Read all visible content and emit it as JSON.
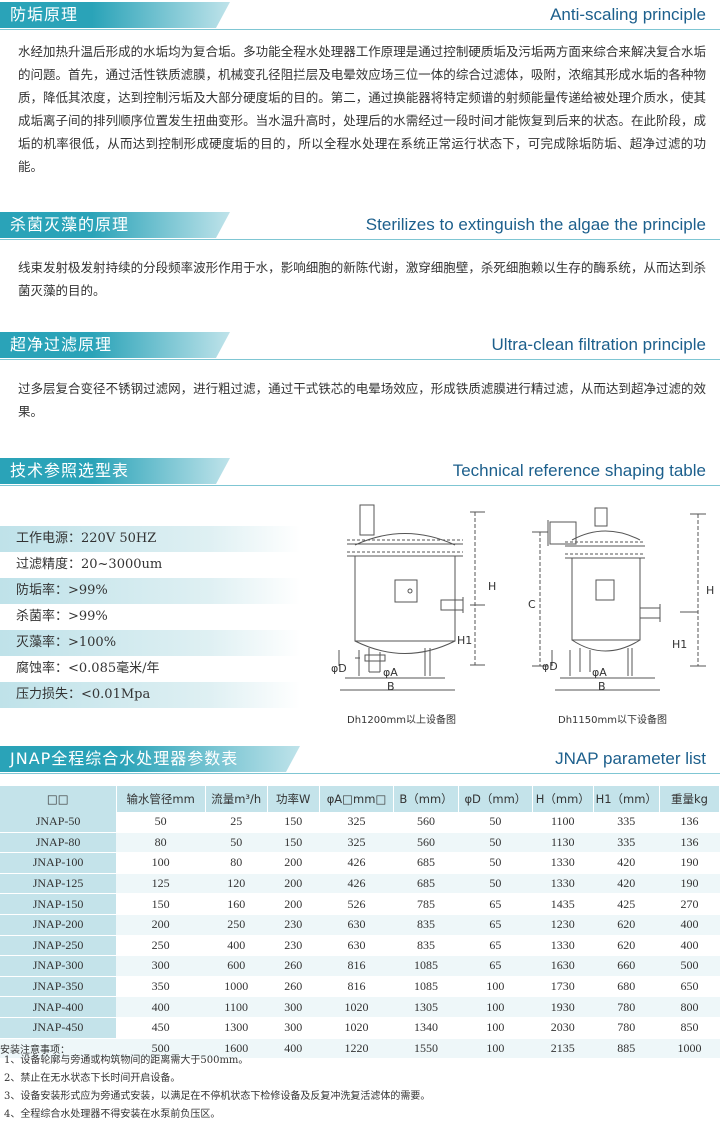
{
  "sections": {
    "anti_scaling": {
      "title": "防垢原理",
      "en": "Anti-scaling principle",
      "text": "水经加热升温后形成的水垢均为复合垢。多功能全程水处理器工作原理是通过控制硬质垢及污垢两方面来综合来解决复合水垢的问题。首先，通过活性铁质滤膜，机械变孔径阻拦层及电晕效应场三位一体的综合过滤体，吸附，浓缩其形成水垢的各种物质，降低其浓度，达到控制污垢及大部分硬度垢的目的。第二，通过换能器将特定频谱的射频能量传递给被处理介质水，使其成垢离子间的排列顺序位置发生扭曲变形。当水温升高时，处理后的水需经过一段时间才能恢复到后来的状态。在此阶段，成垢的机率很低，从而达到控制形成硬度垢的目的，所以全程水处理在系统正常运行状态下，可完成除垢防垢、超净过滤的功能。"
    },
    "sterilize": {
      "title": "杀菌灭藻的原理",
      "en": "Sterilizes to extinguish the algae the principle",
      "text": "线束发射极发射持续的分段频率波形作用于水，影响细胞的新陈代谢，激穿细胞壁，杀死细胞赖以生存的酶系统，从而达到杀菌灭藻的目的。"
    },
    "filtration": {
      "title": "超净过滤原理",
      "en": "Ultra-clean filtration principle",
      "text": "过多层复合变径不锈钢过滤网，进行粗过滤，通过干式铁芯的电晕场效应，形成铁质滤膜进行精过滤，从而达到超净过滤的效果。"
    },
    "technical": {
      "title": "技术参照选型表",
      "en": "Technical reference shaping table"
    },
    "params": {
      "title": "JNAP全程综合水处理器参数表",
      "en": "JNAP parameter list"
    }
  },
  "specs": [
    "工作电源：220V 50HZ",
    "过滤精度：20~3000um",
    "防垢率：>99%",
    "杀菌率：>99%",
    "灭藻率：>100%",
    "腐蚀率：<0.085毫米/年",
    "压力损失：<0.01Mpa"
  ],
  "diagrams": {
    "left": {
      "caption": "Dh1200mm以上设备图",
      "labels": {
        "h": "H",
        "h1": "H1",
        "d": "φD",
        "a": "φA",
        "b": "B"
      }
    },
    "right": {
      "caption": "Dh1150mm以下设备图",
      "labels": {
        "h": "H",
        "h1": "H1",
        "c": "C",
        "d": "φD",
        "a": "φA",
        "b": "B"
      }
    }
  },
  "table": {
    "headers": [
      "□□",
      "输水管径mm",
      "流量m³/h",
      "功率W",
      "φA□mm□",
      "B（mm）",
      "φD（mm）",
      "H（mm）",
      "H1（mm）",
      "重量kg"
    ],
    "rows": [
      [
        "JNAP-50",
        "50",
        "25",
        "150",
        "325",
        "560",
        "50",
        "1100",
        "335",
        "136"
      ],
      [
        "JNAP-80",
        "80",
        "50",
        "150",
        "325",
        "560",
        "50",
        "1130",
        "335",
        "136"
      ],
      [
        "JNAP-100",
        "100",
        "80",
        "200",
        "426",
        "685",
        "50",
        "1330",
        "420",
        "190"
      ],
      [
        "JNAP-125",
        "125",
        "120",
        "200",
        "426",
        "685",
        "50",
        "1330",
        "420",
        "190"
      ],
      [
        "JNAP-150",
        "150",
        "160",
        "200",
        "526",
        "785",
        "65",
        "1435",
        "425",
        "270"
      ],
      [
        "JNAP-200",
        "200",
        "250",
        "230",
        "630",
        "835",
        "65",
        "1230",
        "620",
        "400"
      ],
      [
        "JNAP-250",
        "250",
        "400",
        "230",
        "630",
        "835",
        "65",
        "1330",
        "620",
        "400"
      ],
      [
        "JNAP-300",
        "300",
        "600",
        "260",
        "816",
        "1085",
        "65",
        "1630",
        "660",
        "500"
      ],
      [
        "JNAP-350",
        "350",
        "1000",
        "260",
        "816",
        "1085",
        "100",
        "1730",
        "680",
        "650"
      ],
      [
        "JNAP-400",
        "400",
        "1100",
        "300",
        "1020",
        "1305",
        "100",
        "1930",
        "780",
        "800"
      ],
      [
        "JNAP-450",
        "450",
        "1300",
        "300",
        "1020",
        "1340",
        "100",
        "2030",
        "780",
        "850"
      ],
      [
        "安装注意事项：",
        "500",
        "1600",
        "400",
        "1220",
        "1550",
        "100",
        "2135",
        "885",
        "1000"
      ]
    ]
  },
  "notes": [
    "1、设备轮廓与旁通或构筑物间的距离需大于500mm。",
    "2、禁止在无水状态下长时间开启设备。",
    "3、设备安装形式应为旁通式安装，以满足在不停机状态下检修设备及反复冲洗复活滤体的需要。",
    "4、全程综合水处理器不得安装在水泵前负压区。"
  ]
}
